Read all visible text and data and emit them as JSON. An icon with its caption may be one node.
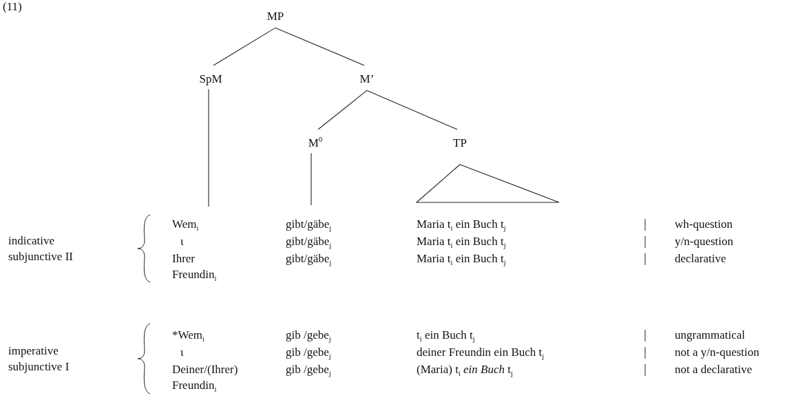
{
  "diagram": {
    "nodes": [
      {
        "text": [
          "MP"
        ]
      },
      {
        "text": [
          "SpM"
        ]
      },
      {
        "text": [
          "M’"
        ]
      },
      {
        "text": [
          "M$^{0}$"
        ]
      },
      {
        "text": [
          "TP"
        ]
      }
    ],
    "edges": [
      {
        "from": 0,
        "to": 1,
        "arrow": "none"
      },
      {
        "from": 0,
        "to": 2,
        "arrow": "none"
      },
      {
        "from": 2,
        "to": 3,
        "arrow": "none"
      },
      {
        "from": 2,
        "to": 4,
        "arrow": "none"
      },
      {
        "from": 1,
        "to": null,
        "arrow": "none"
      },
      {
        "from": 3,
        "to": null,
        "arrow": "none"
      }
    ],
    "labels": [
      "(11)",
      "Wem$_{i}$",
      "gibt/gäbe$_{j}$",
      "Maria t$_{i}$ ein Buch t$_{j}$",
      "wh-question",
      "indicative subjunctive II",
      "ι",
      "gibt/gäbe$_{j}$",
      "Maria t$_{i}$ ein Buch t$_{j}$",
      "y/n-question",
      "Ihrer Freundin$_{i}$",
      "gibt/gäbe$_{j}$",
      "Maria t$_{i}$ ein Buch t$_{j}$",
      "declarative",
      "*Wem$_{i}$",
      "gib /gebe$_{j}$",
      "t$_{i}$ ein Buch t$_{j}$",
      "ungrammatical",
      "imperative subjunctive I",
      "ι",
      "gib /gebe$_{j}$",
      "deiner Freundin ein Buch t$_{j}$",
      "not a y/n-question",
      "Deiner/(Ihrer) Freundin$_{i}$",
      "gib /gebe$_{j}$",
      "(Maria) t$_{i}$ *ein Buch* t$_{j}$",
      "not a declarative"
    ]
  }
}
